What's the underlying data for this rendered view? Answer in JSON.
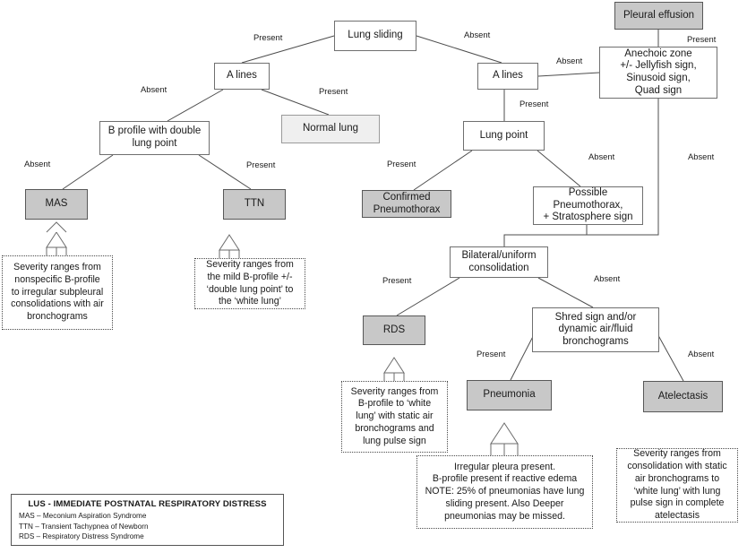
{
  "diagram": {
    "title": "LUS - IMMEDIATE POSTNATAL RESPIRATORY DISTRESS",
    "type": "clinical-decision-flowchart",
    "colors": {
      "outcome_fill": "#c8c8c8",
      "normal_fill": "#efefef",
      "decision_fill": "#ffffff",
      "border": "#6f6f6f",
      "text": "#1a1a1a"
    }
  },
  "nodes": {
    "lung_sliding": "Lung sliding",
    "a_lines_left": "A lines",
    "a_lines_right": "A lines",
    "pleural_effusion": "Pleural effusion",
    "anechoic_zone": "Anechoic zone\n+/- Jellyfish sign,\nSinusoid sign,\nQuad sign",
    "b_profile": "B profile with double\nlung point",
    "normal_lung": "Normal lung",
    "lung_point": "Lung point",
    "mas": "MAS",
    "ttn": "TTN",
    "confirmed_pneumothorax": "Confirmed\nPneumothorax",
    "possible_pneumothorax": "Possible\nPneumothorax,\n+ Stratosphere sign",
    "bilateral_consolidation": "Bilateral/uniform\nconsolidation",
    "rds": "RDS",
    "shred_sign": "Shred sign and/or\ndynamic air/fluid\nbronchograms",
    "pneumonia": "Pneumonia",
    "atelectasis": "Atelectasis"
  },
  "notes": {
    "mas_note": "Severity ranges from\nnonspecific B-profile\nto irregular subpleural\nconsolidations with air\nbronchograms",
    "ttn_note": "Severity ranges from\nthe mild B-profile +/-\n‘double lung point’ to\nthe ‘white lung’",
    "rds_note": "Severity ranges from\nB-profile to ‘white\nlung’ with static air\nbronchograms and\nlung pulse sign",
    "pneumonia_note": "Irregular pleura present.\nB-profile present if reactive edema\nNOTE: 25% of pneumonias have lung\nsliding present. Also Deeper\npneumonias may be missed.",
    "atelectasis_note": "Severity ranges from\nconsolidation with static\nair bronchograms to\n‘white lung’  with lung\npulse sign in complete\natelectasis"
  },
  "edge_labels": {
    "sliding_present": "Present",
    "sliding_absent": "Absent",
    "alines_left_absent": "Absent",
    "alines_left_present": "Present",
    "bprofile_absent": "Absent",
    "bprofile_present": "Present",
    "alines_right_absent": "Absent",
    "alines_right_present": "Present",
    "effusion_present": "Present",
    "effusion_absent": "Absent",
    "lungpoint_present": "Present",
    "lungpoint_absent": "Absent",
    "consolidation_present": "Present",
    "consolidation_absent": "Absent",
    "shred_present": "Present",
    "shred_absent": "Absent"
  },
  "legend": {
    "title": "LUS - IMMEDIATE POSTNATAL RESPIRATORY DISTRESS",
    "rows": [
      "MAS – Meconium Aspiration Syndrome",
      "TTN – Transient Tachypnea of Newborn",
      "RDS – Respiratory Distress Syndrome"
    ]
  }
}
